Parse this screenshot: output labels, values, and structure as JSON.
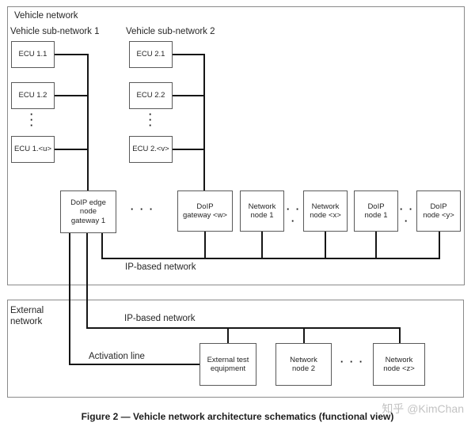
{
  "colors": {
    "line": "#161616",
    "node_border": "#5a5a5a",
    "outer_border": "#8a8a8a",
    "text": "#262626",
    "watermark": "#c3c3c3"
  },
  "vehicle_network": {
    "label": "Vehicle network",
    "bus_label": "IP-based network",
    "ellipsis_h": "· · ·",
    "sub_network_1": {
      "label": "Vehicle sub-network 1",
      "ecus": [
        "ECU 1.1",
        "ECU 1.2",
        "ECU 1.<u>"
      ],
      "ellipsis_v": "·\n·\n·"
    },
    "sub_network_2": {
      "label": "Vehicle sub-network 2",
      "ecus": [
        "ECU 2.1",
        "ECU 2.2",
        "ECU 2.<v>"
      ],
      "ellipsis_v": "·\n·\n·"
    },
    "nodes": {
      "edge_gateway": "DoIP edge\nnode\ngateway 1",
      "gateway_w": "DoIP\ngateway <w>",
      "network_node_1": "Network\nnode 1",
      "network_node_x": "Network\nnode <x>",
      "doip_node_1": "DoIP\nnode 1",
      "doip_node_y": "DoIP\nnode <y>"
    }
  },
  "external_network": {
    "label": "External\nnetwork",
    "bus_label": "IP-based network",
    "activation_label": "Activation line",
    "ellipsis_h": "· · ·",
    "nodes": {
      "external_test_equipment": "External test\nequipment",
      "network_node_2": "Network\nnode 2",
      "network_node_z": "Network\nnode <z>"
    }
  },
  "caption": "Figure 2 — Vehicle network architecture schematics (functional view)",
  "watermark": "知乎 @KimChan"
}
